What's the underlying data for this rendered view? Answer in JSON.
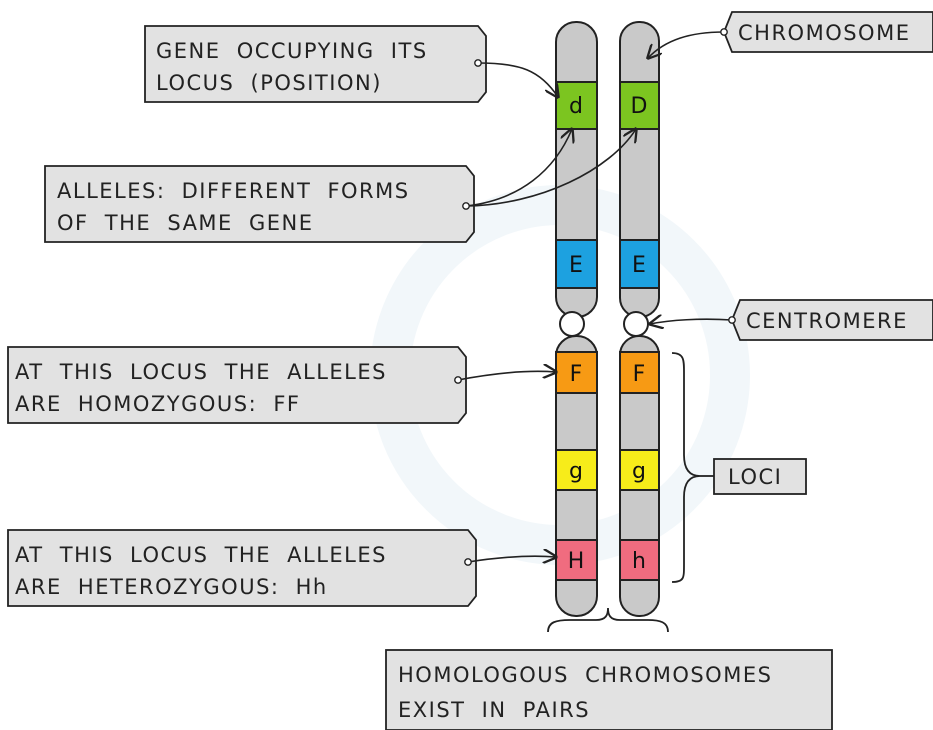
{
  "labels": {
    "gene_locus": [
      "GENE OCCUPYING ITS",
      "LOCUS (POSITION)"
    ],
    "alleles": [
      "ALLELES: DIFFERENT FORMS",
      "OF THE SAME GENE"
    ],
    "homozygous": [
      "AT THIS LOCUS THE ALLELES",
      "ARE HOMOZYGOUS: FF"
    ],
    "heterozygous": [
      "AT THIS LOCUS THE ALLELES",
      "ARE HETEROZYGOUS: Hh"
    ],
    "chromosome": "CHROMOSOME",
    "centromere": "CENTROMERE",
    "loci": "LOCI",
    "homologous": [
      "HOMOLOGOUS CHROMOSOMES",
      "EXIST IN PAIRS"
    ]
  },
  "left_chromosome": {
    "d": "d",
    "e": "E",
    "f": "F",
    "g": "g",
    "h": "H"
  },
  "right_chromosome": {
    "d": "D",
    "e": "E",
    "f": "F",
    "g": "g",
    "h": "h"
  },
  "colors": {
    "chromosome_fill": "#c9c9c9",
    "label_box_fill": "#e2e2e2",
    "green_band": "#7cc520",
    "blue_band": "#1da1e0",
    "orange_band": "#f79a14",
    "yellow_band": "#f7ec1a",
    "pink_band": "#f06c7f",
    "outline": "#222222"
  }
}
